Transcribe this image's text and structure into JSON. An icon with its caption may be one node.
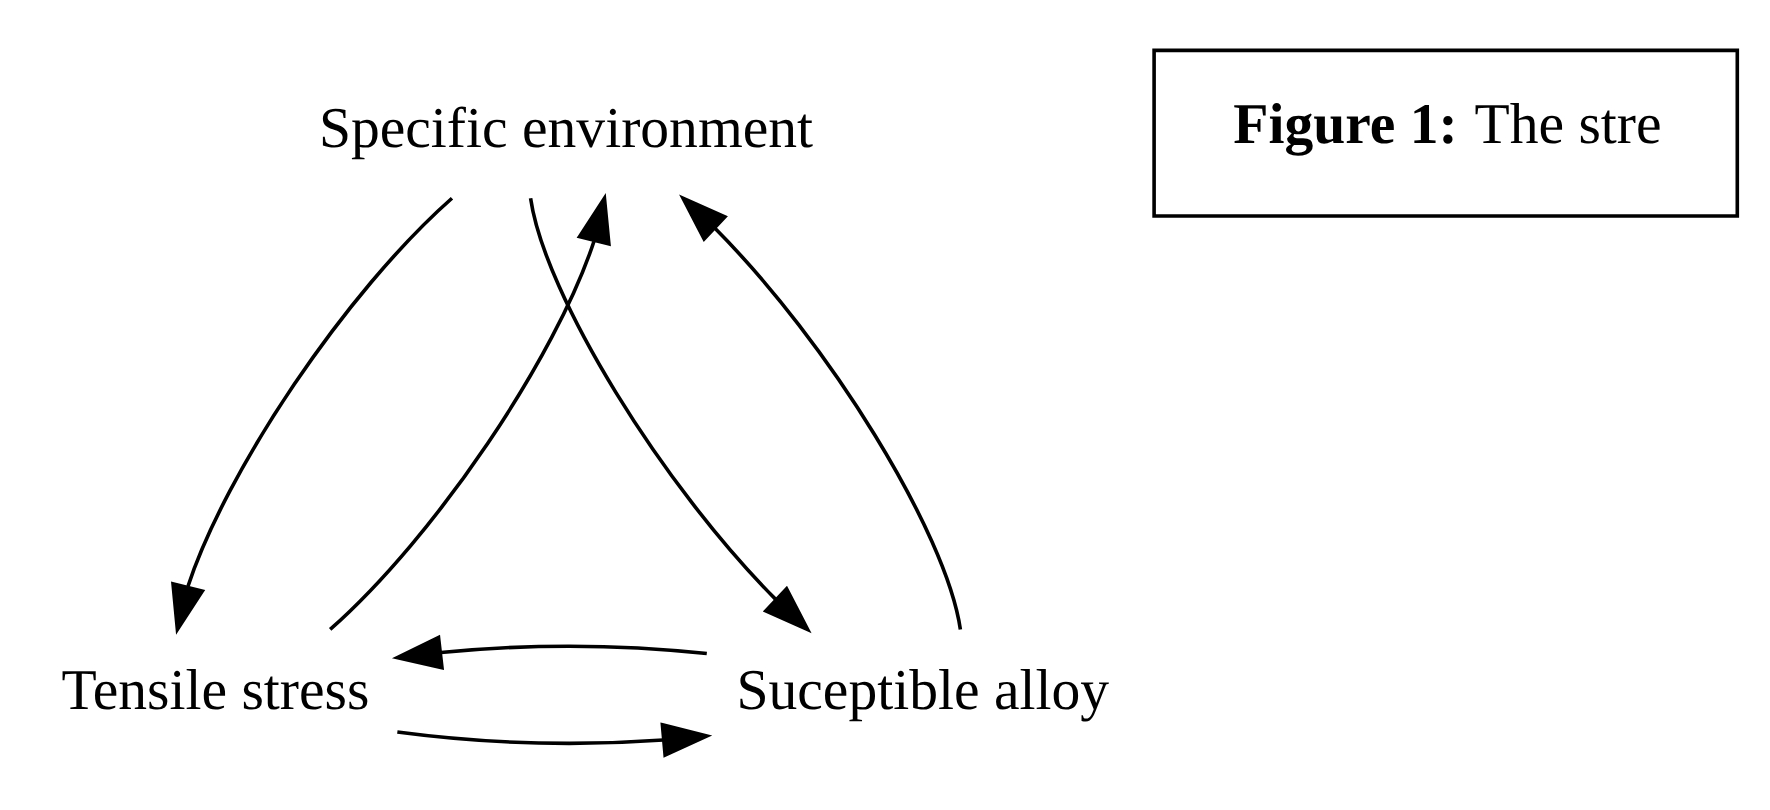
{
  "diagram": {
    "nodes": [
      {
        "text": [
          "Specific environment"
        ]
      },
      {
        "text": [
          "Tensile stress"
        ]
      },
      {
        "text": [
          "Suceptible alloy"
        ]
      },
      {
        "text": [
          "**Figure 1:** The stre"
        ]
      }
    ],
    "edges": [
      {
        "from": 0,
        "to": 1,
        "arrow": "to"
      },
      {
        "from": 1,
        "to": 2,
        "arrow": "to"
      },
      {
        "from": 2,
        "to": 0,
        "arrow": "to"
      },
      {
        "from": 1,
        "to": 0,
        "arrow": "to"
      },
      {
        "from": 0,
        "to": 2,
        "arrow": "to"
      },
      {
        "from": 2,
        "to": 1,
        "arrow": "to"
      }
    ]
  }
}
